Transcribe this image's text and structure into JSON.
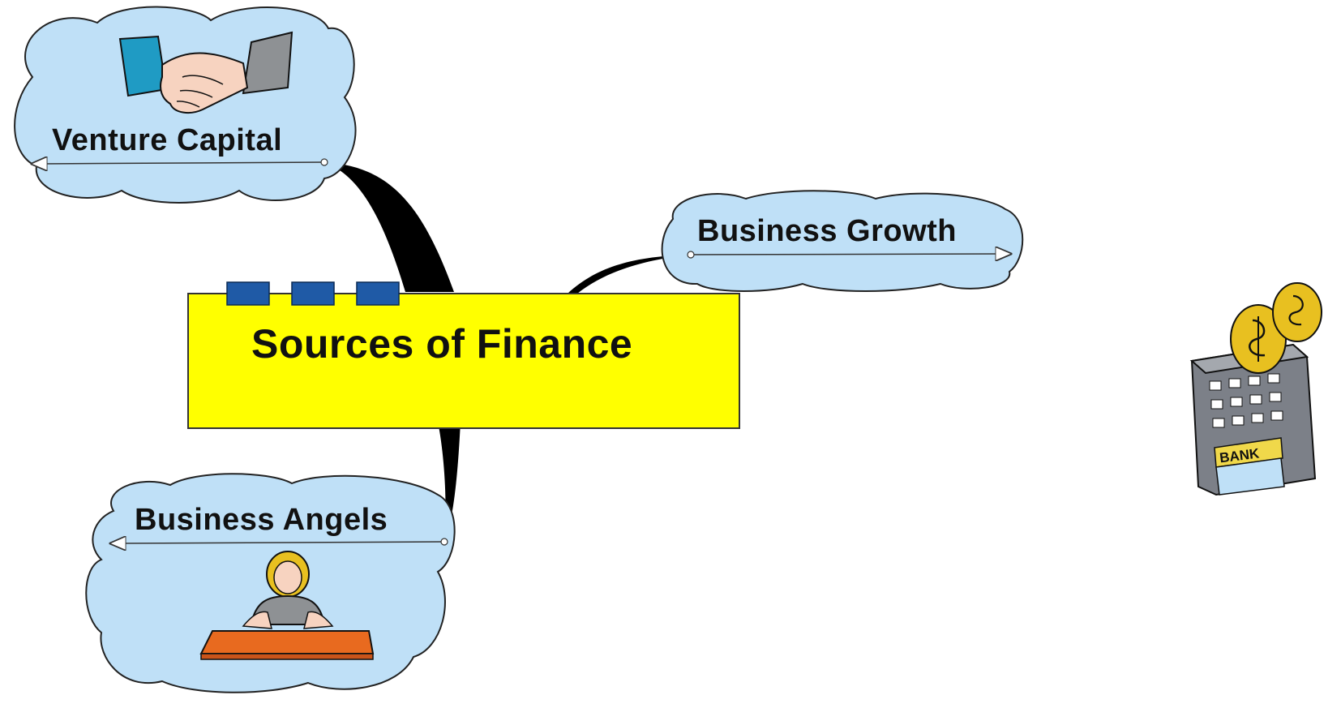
{
  "diagram": {
    "central_topic": {
      "label": "Sources of Finance",
      "fill": "#ffff00",
      "tab_color": "#1f5aa6"
    },
    "branches": [
      {
        "id": "venture-capital",
        "label": "Venture Capital",
        "icon": "handshake-icon"
      },
      {
        "id": "business-growth",
        "label": "Business Growth",
        "icon": ""
      },
      {
        "id": "business-angels",
        "label": "Business Angels",
        "icon": "businesswoman-at-desk-icon"
      }
    ],
    "cloud_fill": "#bfe0f7",
    "decorations": [
      {
        "icon": "bank-with-coins-icon",
        "sign_text": "BANK"
      }
    ]
  }
}
